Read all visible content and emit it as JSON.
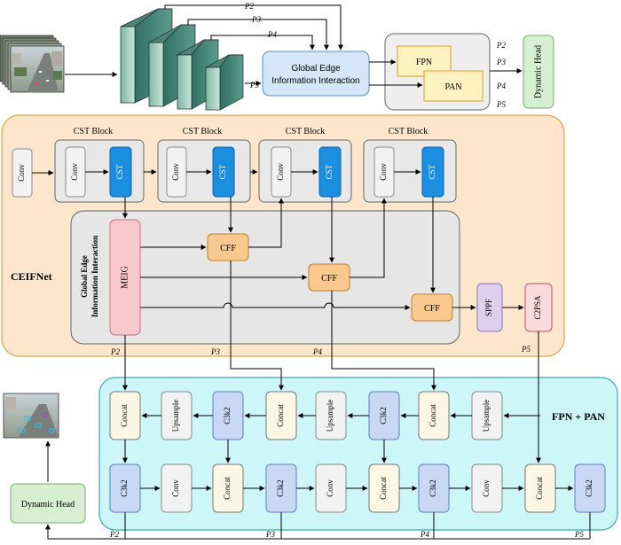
{
  "top": {
    "p_labels_backbone": [
      "P2",
      "P3",
      "P4",
      "P5"
    ],
    "geii_box": {
      "line1": "Global Edge",
      "line2": "Information Interaction"
    },
    "neck": {
      "fpn": "FPN",
      "pan": "PAN"
    },
    "p_labels_neck": [
      "P2",
      "P3",
      "P4",
      "P5"
    ],
    "head": "Dynamic Head"
  },
  "ceifnet": {
    "title": "CEIFNet",
    "stem_conv": "Conv",
    "cst_blocks": [
      {
        "title": "CST Block",
        "conv": "Conv",
        "cst": "CST"
      },
      {
        "title": "CST Block",
        "conv": "Conv",
        "cst": "CST"
      },
      {
        "title": "CST Block",
        "conv": "Conv",
        "cst": "CST"
      },
      {
        "title": "CST Block",
        "conv": "Conv",
        "cst": "CST"
      }
    ],
    "geii_vertical": {
      "line1": "Global Edge",
      "line2": "Information Interaction"
    },
    "meig": "MEIG",
    "cff": [
      "CFF",
      "CFF",
      "CFF"
    ],
    "sppf": "SPPF",
    "c2psa": "C2PSA",
    "p_labels": [
      "P2",
      "P3",
      "P4",
      "P5"
    ]
  },
  "neck_detail": {
    "title": "FPN + PAN",
    "top_row": [
      "Concat",
      "Upsample",
      "C3k2",
      "Concat",
      "Upsample",
      "C3k2",
      "Concat",
      "Upsample"
    ],
    "bottom_row": [
      "C3k2",
      "Conv",
      "Concat",
      "C3k2",
      "Conv",
      "Concat",
      "C3k2",
      "Conv",
      "Concat",
      "C3k2"
    ],
    "p_labels": [
      "P2",
      "P3",
      "P4",
      "P5"
    ],
    "head": "Dynamic Head"
  },
  "colors": {
    "orange_bg": "#fde6cc",
    "gray_panel": "#ebebeb",
    "cyan_bg": "#cdf6f8",
    "cst_blue": "#1a8fe0",
    "meig_pink": "#f8c8cc",
    "cff_orange": "#fbc98e",
    "sppf_purple": "#ddd0ee",
    "c2psa_pink": "#fadadb",
    "c3k2_blue": "#c9d8f5",
    "concat_cream": "#fcf6e4",
    "head_green": "#d6efd0",
    "geii_blue": "#d5e6f8"
  },
  "icons": [
    "drone-image-stack",
    "detection-result-image",
    "backbone-feature-maps"
  ]
}
